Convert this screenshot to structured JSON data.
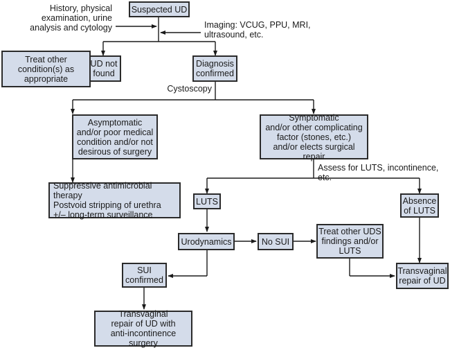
{
  "nodes": {
    "suspected_ud": "Suspected UD",
    "ud_not_found": "UD not\nfound",
    "treat_other_conditions": "Treat other\ncondition(s) as\nappropriate",
    "diagnosis_confirmed": "Diagnosis\nconfirmed",
    "asymptomatic": "Asymptomatic\nand/or poor medical\ncondition and/or not\ndesirous of surgery",
    "symptomatic": "Symptomatic\nand/or other complicating\nfactor (stones, etc.)\nand/or elects surgical repair",
    "suppressive_therapy": "Suppressive antimicrobial therapy\nPostvoid stripping of urethra\n+/– long-term surveillance",
    "luts": "LUTS",
    "absence_of_luts": "Absence\nof LUTS",
    "urodynamics": "Urodynamics",
    "no_sui": "No SUI",
    "treat_other_uds": "Treat other UDS\nfindings and/or\nLUTS",
    "sui_confirmed": "SUI\nconfirmed",
    "transvaginal_repair": "Transvaginal\nrepair of UD",
    "transvaginal_repair_anti_incontinence": "Transvaginal\nrepair of UD with\nanti-incontinence surgery"
  },
  "annotations": {
    "history": "History, physical\nexamination, urine\nanalysis and cytology",
    "imaging": "Imaging: VCUG, PPU, MRI,\nultrasound, etc.",
    "cystoscopy": "Cystoscopy",
    "assess": "Assess for LUTS, incontinence, etc."
  },
  "colors": {
    "box_fill": "#d4dcea",
    "box_border": "#2a2a2a",
    "line": "#1a1a1a"
  }
}
